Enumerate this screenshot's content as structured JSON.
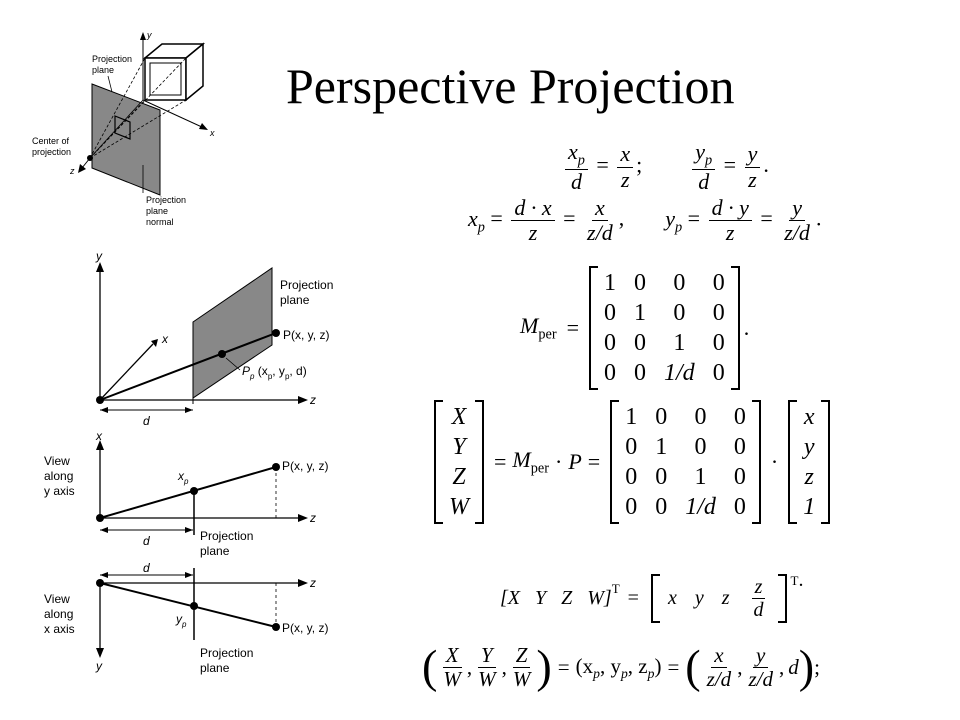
{
  "title": "Perspective Projection",
  "figure_top": {
    "label_y": "y",
    "label_x": "x",
    "label_z": "z",
    "label_projection_plane": [
      "Projection",
      "plane"
    ],
    "label_center": [
      "Center of",
      "projection"
    ],
    "label_normal": [
      "Projection",
      "plane",
      "normal"
    ]
  },
  "figure_3d": {
    "label_y": "y",
    "label_x": "x",
    "label_z": "z",
    "label_d": "d",
    "label_plane": [
      "Projection",
      "plane"
    ],
    "label_P": "P(x, y, z)",
    "label_Pp": "P",
    "label_Pp_sub": "p",
    "label_Pp_rest": " (x",
    "label_Pp_coords": ", y",
    "label_Pp_end": ", d)"
  },
  "figure_view_y": {
    "label_axis": "x",
    "label_z": "z",
    "label_d": "d",
    "label_view": [
      "View",
      "along",
      "y axis"
    ],
    "label_xp": "x",
    "label_xp_sub": "p",
    "label_P": "P(x, y, z)",
    "label_plane": [
      "Projection",
      "plane"
    ]
  },
  "figure_view_x": {
    "label_axis": "y",
    "label_z": "z",
    "label_d": "d",
    "label_view": [
      "View",
      "along",
      "x axis"
    ],
    "label_yp": "y",
    "label_yp_sub": "p",
    "label_P": "P(x, y, z)",
    "label_plane": [
      "Projection",
      "plane"
    ]
  },
  "equations": {
    "eq1": {
      "xp": "x",
      "p": "p",
      "d": "d",
      "x": "x",
      "z": "z",
      "sep": ";",
      "yp": "y",
      "y": "y",
      "end": "."
    },
    "eq2": {
      "xp": "x",
      "p": "p",
      "dx": "d · x",
      "z": "z",
      "x": "x",
      "zd": "z/d",
      "sep": ",",
      "yp": "y",
      "dy": "d · y",
      "y": "y",
      "end": "."
    },
    "mper": {
      "M": "M",
      "sub": "per",
      "end": ".",
      "rows": [
        [
          "1",
          "0",
          "0",
          "0"
        ],
        [
          "0",
          "1",
          "0",
          "0"
        ],
        [
          "0",
          "0",
          "1",
          "0"
        ],
        [
          "0",
          "0",
          "1/d",
          "0"
        ]
      ]
    },
    "homog": {
      "vec_lhs": [
        "X",
        "Y",
        "Z",
        "W"
      ],
      "M": "M",
      "sub": "per",
      "dot": "·",
      "P": "P",
      "rows": [
        [
          "1",
          "0",
          "0",
          "0"
        ],
        [
          "0",
          "1",
          "0",
          "0"
        ],
        [
          "0",
          "0",
          "1",
          "0"
        ],
        [
          "0",
          "0",
          "1/d",
          "0"
        ]
      ],
      "vec_rhs": [
        "x",
        "y",
        "z",
        "1"
      ]
    },
    "transpose": {
      "lhs": "[X   Y   Z   W]",
      "T": "T",
      "rhs": [
        "x",
        "y",
        "z"
      ],
      "zd_num": "z",
      "zd_den": "d",
      "end": "."
    },
    "final": {
      "X": "X",
      "Y": "Y",
      "Z": "Z",
      "W": "W",
      "mid": "(x",
      "p": "p",
      "c1": ", y",
      "c2": ", z",
      "c3": ")",
      "x": "x",
      "y": "y",
      "zd": "z/d",
      "d": "d",
      "end": ";"
    }
  }
}
